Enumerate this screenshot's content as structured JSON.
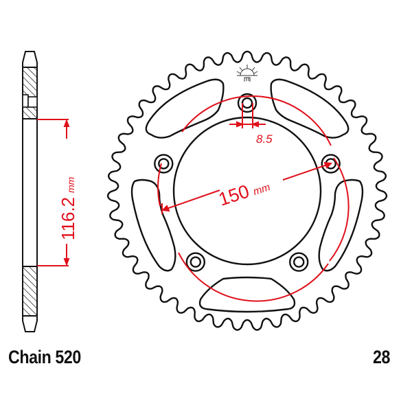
{
  "title": "Rear sprocket technical drawing",
  "sprocket": {
    "teeth": 28,
    "teeth_label": "28",
    "chain_label": "Chain 520",
    "bolt_count": 5
  },
  "dimensions": {
    "center_bore": {
      "value": "116.2",
      "unit": "mm"
    },
    "bolt_circle": {
      "value": "150",
      "unit": "mm"
    },
    "bolt_hole": {
      "value": "8.5"
    }
  },
  "colors": {
    "outline": "#111111",
    "dimension": "#e0101b",
    "background": "#ffffff"
  },
  "icons": [
    "sun-logo-icon"
  ]
}
